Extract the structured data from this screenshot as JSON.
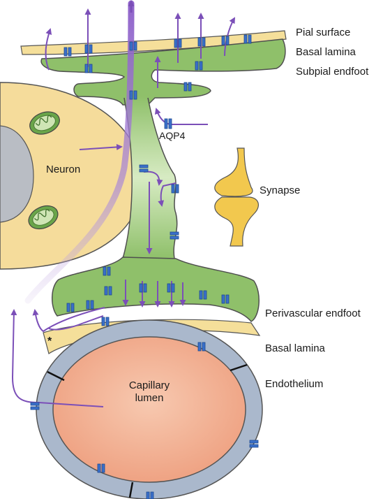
{
  "labels": {
    "pial_surface": "Pial surface",
    "basal_lamina_top": "Basal lamina",
    "subpial_endfoot": "Subpial endfoot",
    "aqp4": "AQP4",
    "neuron": "Neuron",
    "synapse": "Synapse",
    "perivascular_endfoot": "Perivascular endfoot",
    "basal_lamina_bottom": "Basal lamina",
    "endothelium": "Endothelium",
    "capillary_lumen_line1": "Capillary",
    "capillary_lumen_line2": "lumen",
    "asterisk": "*"
  },
  "colors": {
    "astrocyte_green": "#8fc06a",
    "astrocyte_outline": "#4f4f4f",
    "basal_lamina_yellow": "#f5df9a",
    "neuron_yellow": "#f5dc9b",
    "endothelium_blue": "#aab8cc",
    "lumen_peach": "#f2b496",
    "water_flow_purple": "#7b4fb8",
    "aqp4_blue": "#3a6fc9",
    "mitochondria_green": "#6aa54a"
  }
}
